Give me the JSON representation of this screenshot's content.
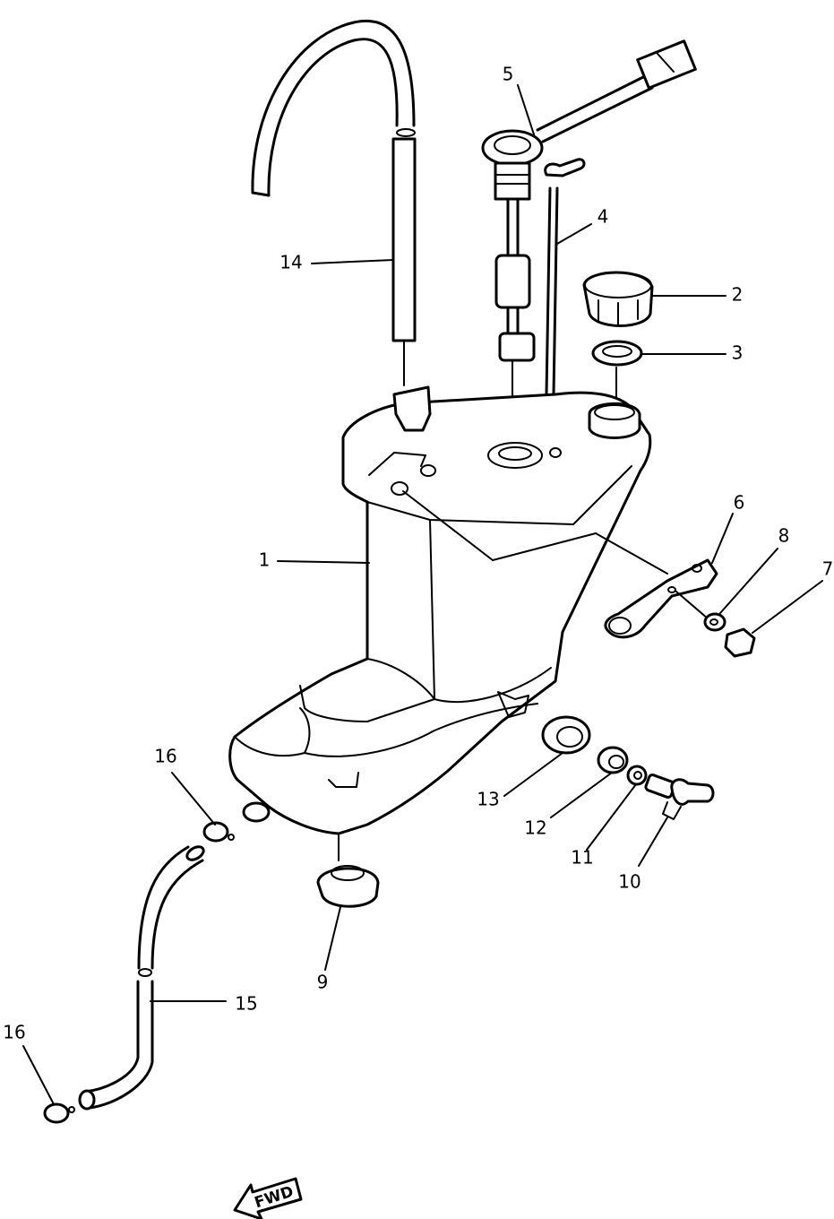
{
  "labels": {
    "l1": "1",
    "l2": "2",
    "l3": "3",
    "l4": "4",
    "l5": "5",
    "l6": "6",
    "l7": "7",
    "l8": "8",
    "l9": "9",
    "l10": "10",
    "l11": "11",
    "l12": "12",
    "l13": "13",
    "l14": "14",
    "l15": "15",
    "l16a": "16",
    "l16b": "16"
  },
  "direction_label": "FWD"
}
